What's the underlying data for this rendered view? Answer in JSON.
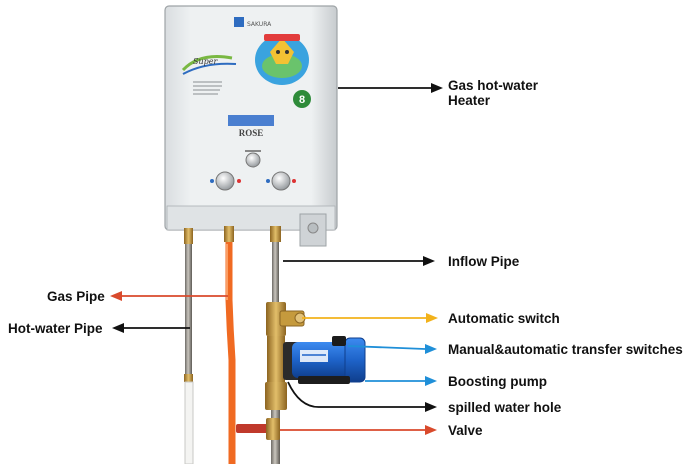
{
  "heater": {
    "brand": "ROSE",
    "badge": "8",
    "top_label": "SAKURA",
    "script_logo": "Super"
  },
  "callouts": {
    "heater": [
      "Gas hot-water",
      "Heater"
    ],
    "inflow": "Inflow Pipe",
    "gas": "Gas Pipe",
    "hot": "Hot-water Pipe",
    "auto_switch": "Automatic switch",
    "transfer": "Manual&automatic transfer switches",
    "pump": "Boosting pump",
    "spill": "spilled water hole",
    "valve": "Valve"
  },
  "colors": {
    "black_arrow": "#111111",
    "red_arrow": "#d94a2c",
    "yellow_arrow": "#f2b21b",
    "blue_arrow": "#1f8fd8",
    "pump_blue": "#1e63c9",
    "orange_pipe": "#f06a22",
    "brass": "#c79a3c"
  }
}
